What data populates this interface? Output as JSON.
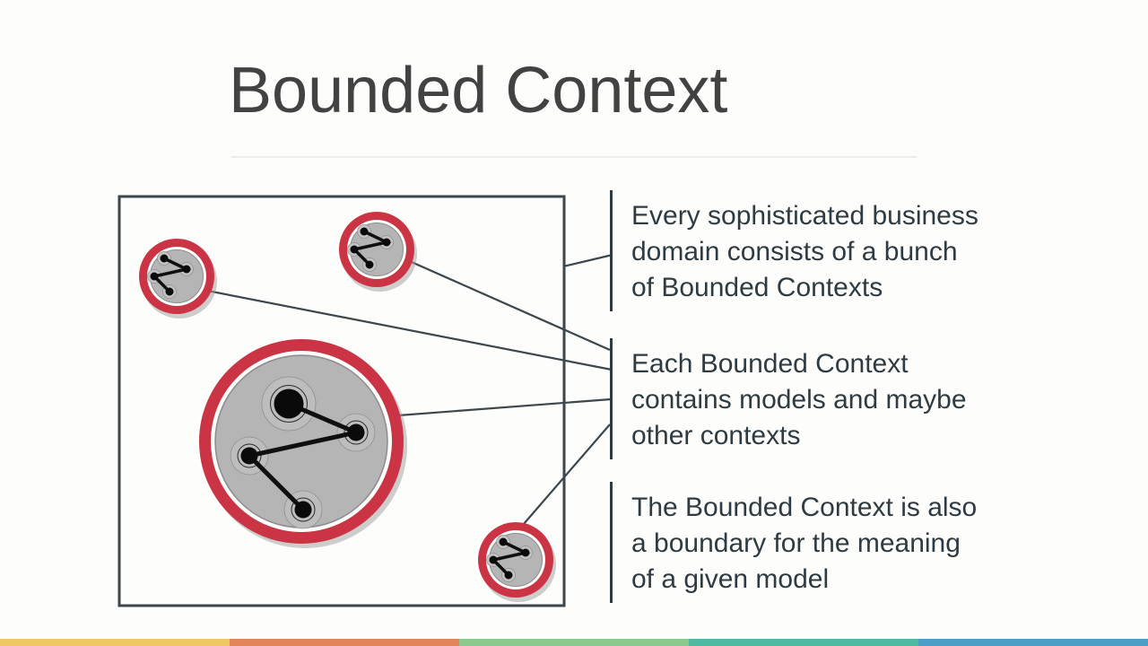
{
  "slide": {
    "title": "Bounded Context",
    "annotations": [
      {
        "lines": [
          "Every sophisticated business",
          "domain consists of a bunch",
          "of Bounded Contexts"
        ]
      },
      {
        "lines": [
          "Each Bounded Context",
          "contains models and maybe",
          "other contexts"
        ]
      },
      {
        "lines": [
          "The Bounded Context is also",
          "a boundary for the meaning",
          "of a given model"
        ]
      }
    ],
    "colors": {
      "background": "#fdfefb",
      "title": "#424242",
      "body_text": "#2f3b42",
      "ink": "#3c474d",
      "context_red": "#cb3444",
      "context_gray": "#b5b5b5",
      "node_black": "#0a0a0a"
    },
    "footer_stripes": [
      "#ecc763",
      "#e0855a",
      "#8cc98f",
      "#50bba2",
      "#4a9ec6"
    ]
  }
}
